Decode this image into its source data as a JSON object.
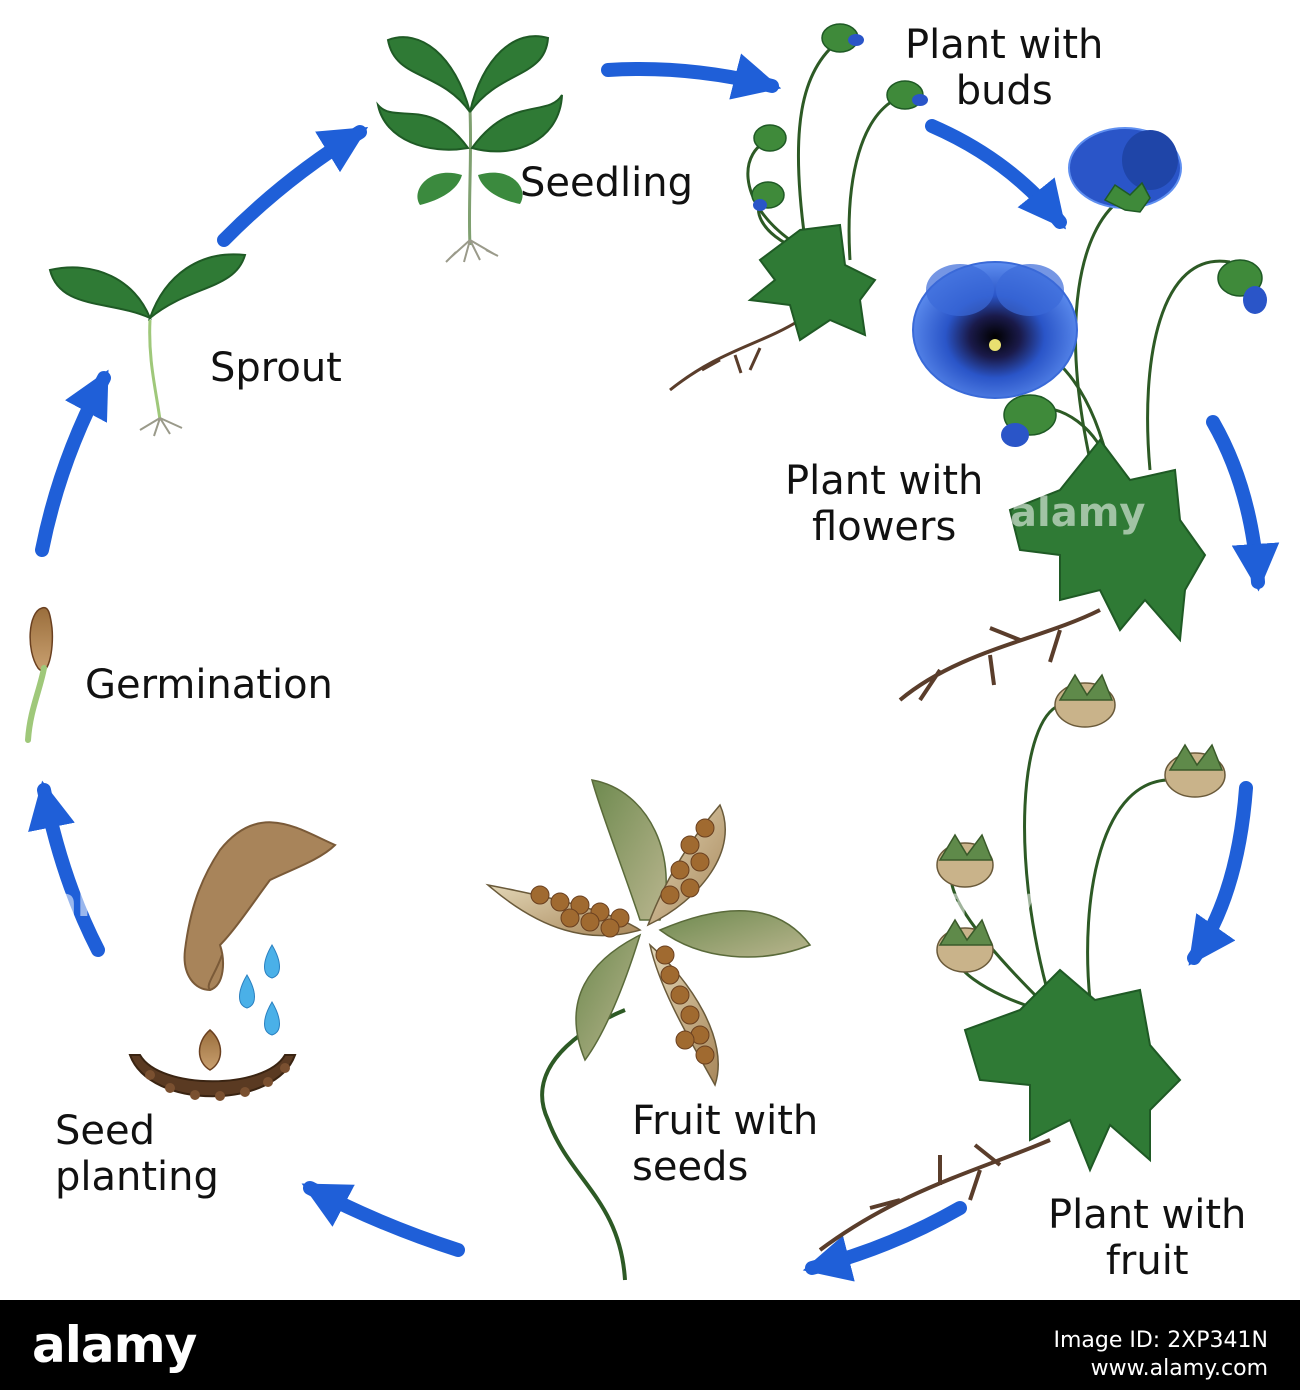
{
  "stages": [
    {
      "key": "seedling",
      "label": "Seedling"
    },
    {
      "key": "buds",
      "label": "Plant with\nbuds"
    },
    {
      "key": "flowers",
      "label": "Plant with\nflowers"
    },
    {
      "key": "fruit",
      "label": "Plant with\nfruit"
    },
    {
      "key": "seeds",
      "label": "Fruit with\nseeds"
    },
    {
      "key": "planting",
      "label": "Seed\nplanting"
    },
    {
      "key": "germination",
      "label": "Germination"
    },
    {
      "key": "sprout",
      "label": "Sprout"
    }
  ],
  "colors": {
    "arrow": "#1f5fd8",
    "leaf": "#2f7a35",
    "leaf_light": "#4f9b45",
    "stem": "#2d5a25",
    "root": "#5a3d2b",
    "flower": "#2a55c8",
    "flower_dark": "#1a2f7a",
    "seed": "#9a6a3a",
    "pod": "#c9b38a",
    "hand": "#a8845a",
    "water": "#4ab0e8",
    "soil": "#5a3a22"
  },
  "icons": [
    "seedling-icon",
    "budding-plant-icon",
    "flowering-plant-icon",
    "fruiting-plant-icon",
    "seed-pod-icon",
    "hand-planting-seed-icon",
    "germinating-seed-icon",
    "sprout-icon"
  ],
  "footer": {
    "logo": "alamy",
    "image_id": "Image ID: 2XP341N",
    "url": "www.alamy.com"
  },
  "watermark": "alamy"
}
